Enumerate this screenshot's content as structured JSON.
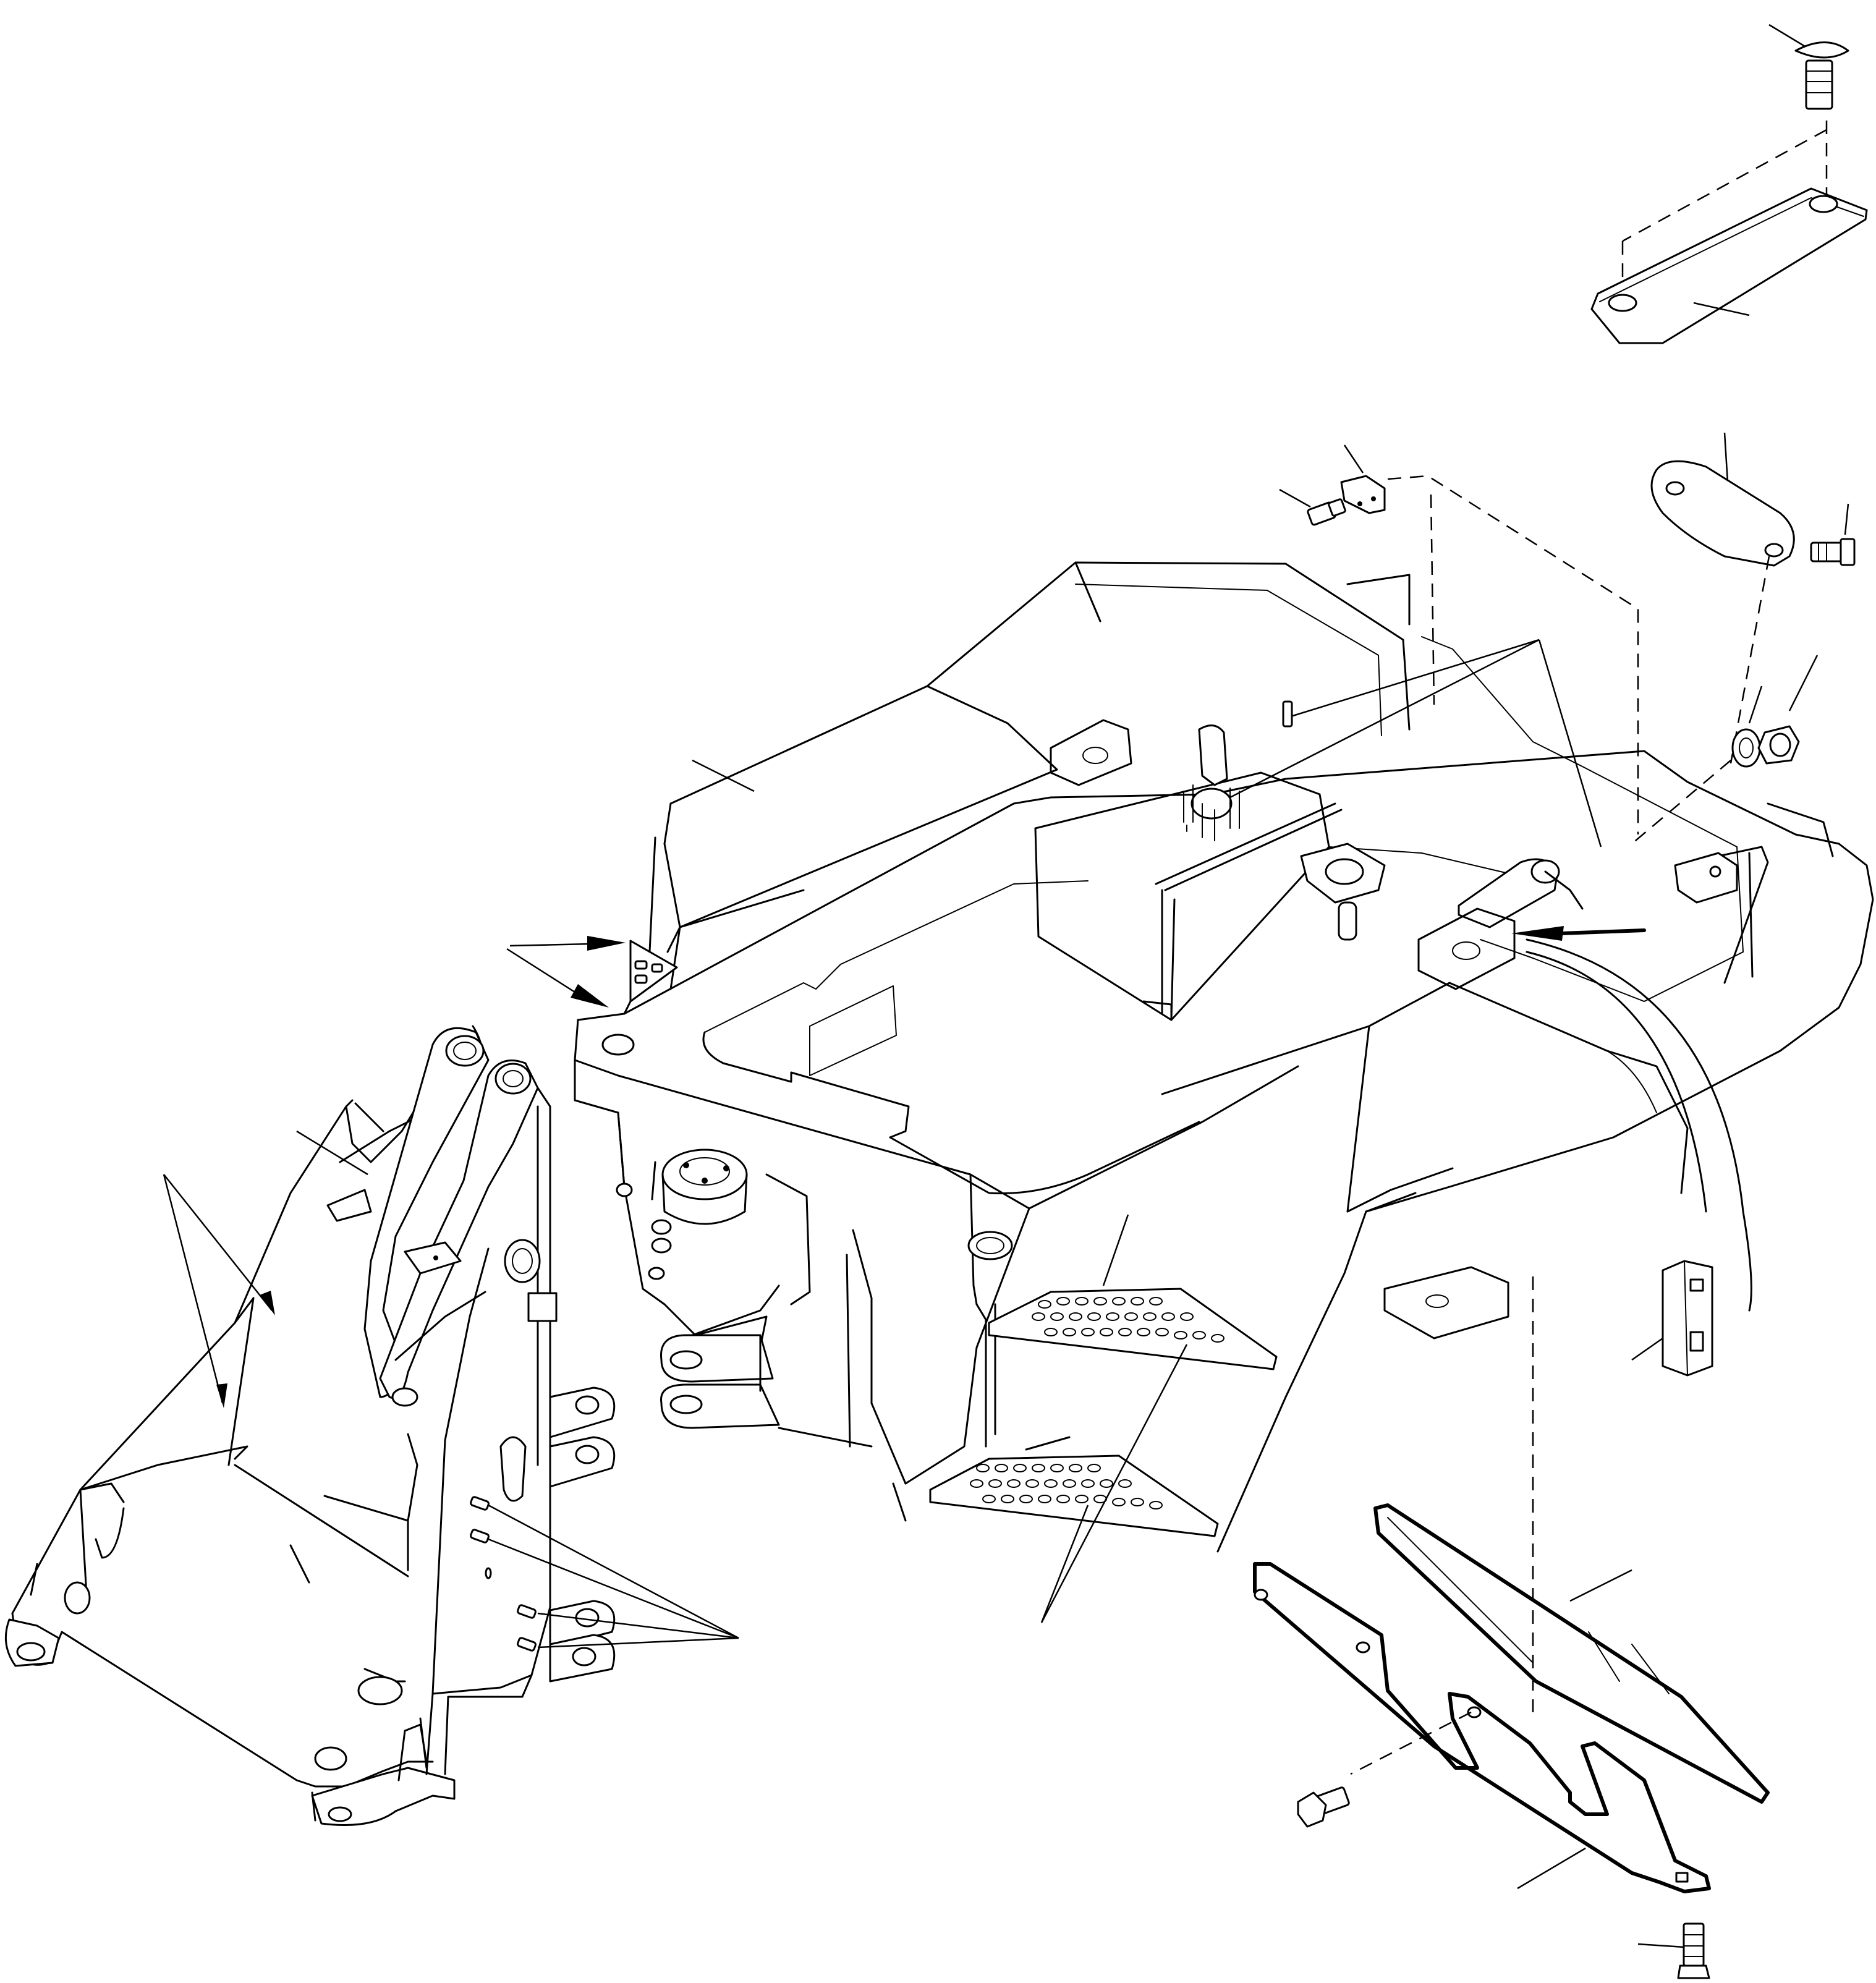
{
  "figure": {
    "kind": "exploded-parts-diagram",
    "background": "#ffffff",
    "line_color": "#000000",
    "parts": [
      "rear-frame",
      "front-frame",
      "steps",
      "cover-plate",
      "bracket",
      "fuel-tank-cap",
      "plug",
      "hitch-pin",
      "guard-plates",
      "bolts"
    ]
  }
}
